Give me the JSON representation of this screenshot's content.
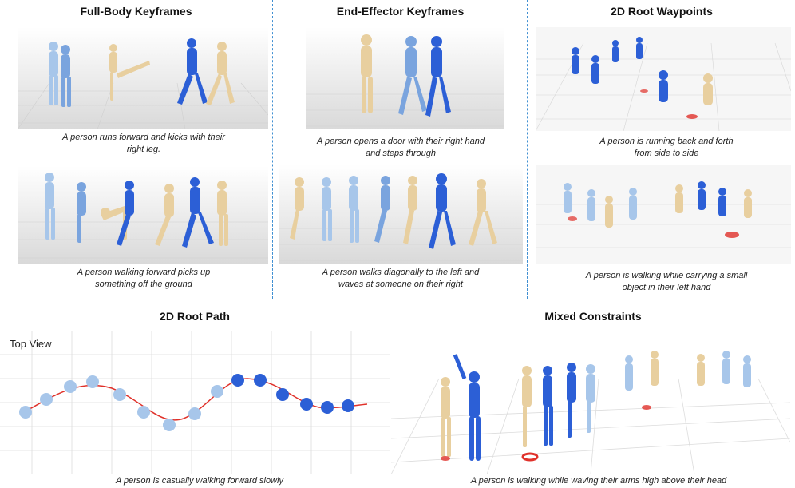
{
  "sections": {
    "full_body": {
      "title": "Full-Body Keyframes",
      "caption_top": "A person runs forward and kicks with their right leg.",
      "caption_bottom": "A person walking forward picks up something off the ground"
    },
    "end_effector": {
      "title": "End-Effector Keyframes",
      "caption_top": "A person opens a door with their right hand and steps through",
      "caption_bottom": "A person walks diagonally to the left and waves at someone on their right"
    },
    "root_waypoints": {
      "title": "2D Root Waypoints",
      "caption_top": "A person is running back and forth from side to side",
      "caption_bottom": "A person is walking while carrying a small object in their left hand"
    },
    "root_path": {
      "title": "2D Root Path",
      "view_label": "Top View",
      "caption": "A person is casually walking forward slowly"
    },
    "mixed": {
      "title": "Mixed Constraints",
      "caption": "A person is walking while waving their arms high above their head"
    }
  },
  "colors": {
    "accent_dashes": "#3f8fd2",
    "figure_blue": "#2c5fd6",
    "figure_light": "#a7c6ea",
    "figure_tan": "#e8cf9f",
    "path_red": "#e0312a"
  }
}
